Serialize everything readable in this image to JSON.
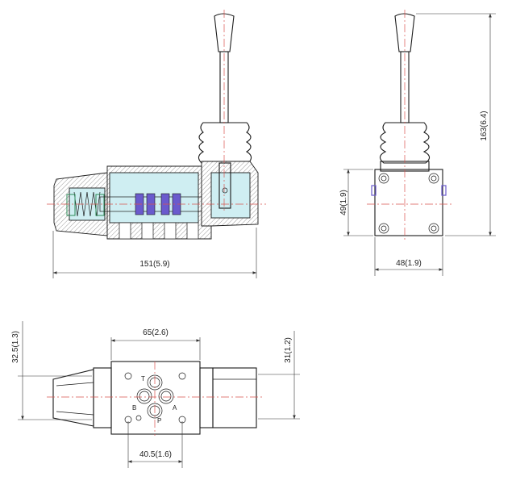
{
  "drawing": {
    "dimensions": {
      "side_length": "151(5.9)",
      "side_body_height": "49(1.9)",
      "side_width": "48(1.9)",
      "total_height": "163(6.4)",
      "top_port_spacing": "65(2.6)",
      "top_height_left": "32.5(1.3)",
      "top_height_right": "31(1.2)",
      "top_port_offset": "40.5(1.6)"
    },
    "port_labels": {
      "t": "T",
      "a": "A",
      "b": "B",
      "p": "P"
    }
  }
}
